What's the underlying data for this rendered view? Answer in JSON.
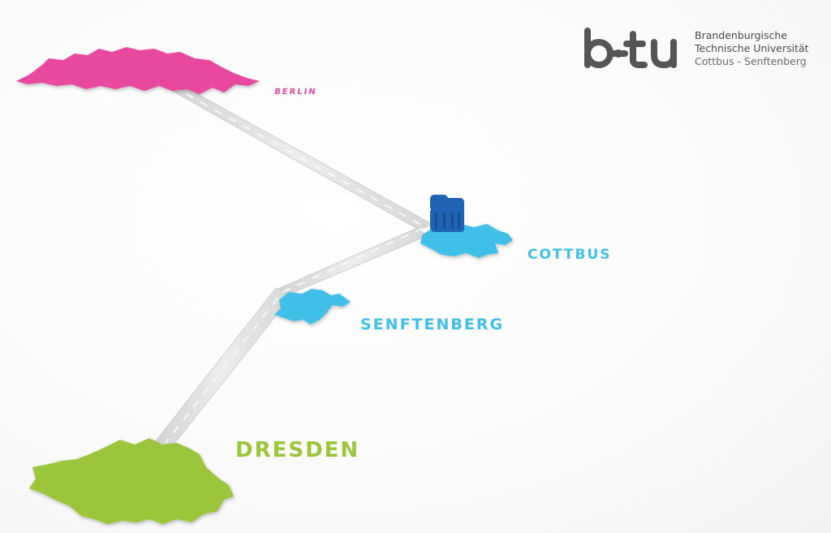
{
  "logo": {
    "mark": "b-tu",
    "line1": "Brandenburgische",
    "line2": "Technische Universität",
    "line3": "Cottbus - Senftenberg"
  },
  "cities": {
    "berlin": {
      "label": "BERLIN",
      "color": "#e8489e"
    },
    "cottbus": {
      "label": "COTTBUS",
      "color": "#41bfe8"
    },
    "senftenberg": {
      "label": "SENFTENBERG",
      "color": "#41bfe8"
    },
    "dresden": {
      "label": "DRESDEN",
      "color": "#9bc63b"
    }
  },
  "road_color": "#e4e4e4",
  "campus_icon": {
    "name": "campus-building-icon",
    "color": "#1f64b4"
  }
}
